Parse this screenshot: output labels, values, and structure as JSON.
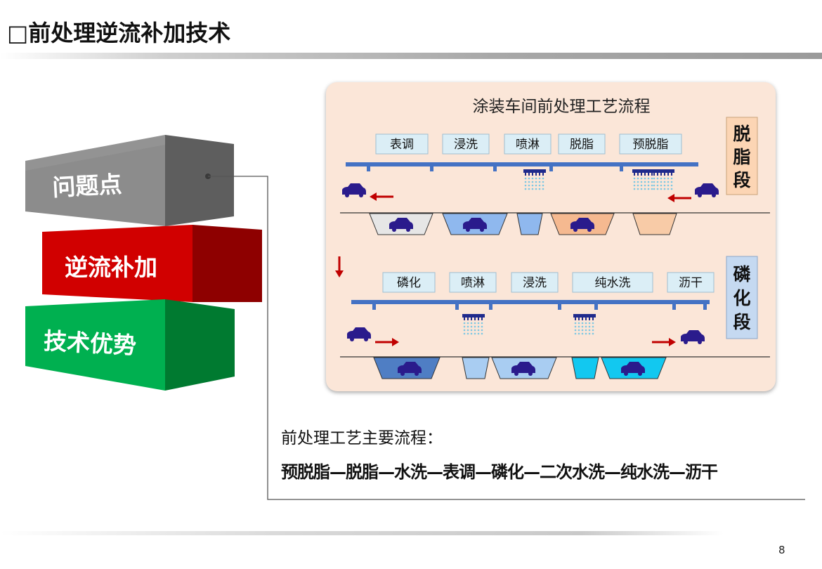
{
  "slide": {
    "title": "□前处理逆流补加技术",
    "page_number": "8"
  },
  "blocks": [
    {
      "label": "问题点",
      "color": "#7a7a7a"
    },
    {
      "label": "逆流补加",
      "color": "#c00000"
    },
    {
      "label": "技术优势",
      "color": "#00a040"
    }
  ],
  "diagram": {
    "title": "涂装车间前处理工艺流程",
    "degrease_section": {
      "tag_chars": [
        "脱",
        "脂",
        "段"
      ],
      "stations": [
        "表调",
        "浸洗",
        "喷淋",
        "脱脂",
        "预脱脂"
      ]
    },
    "phosphate_section": {
      "tag_chars": [
        "磷",
        "化",
        "段"
      ],
      "stations": [
        "磷化",
        "喷淋",
        "浸洗",
        "纯水洗",
        "沥干"
      ]
    }
  },
  "process": {
    "heading": "前处理工艺主要流程：",
    "steps": "预脱脂—脱脂—水洗—表调—磷化—二次水洗—纯水洗—沥干"
  },
  "colors": {
    "rail": "#4472c4",
    "car": "#2a1b8c",
    "arrow": "#c00000",
    "degrease_tag_bg": "#fcd5b4",
    "phosphate_tag_bg": "#c5d9f1",
    "station_bg": "#dbeef6"
  }
}
